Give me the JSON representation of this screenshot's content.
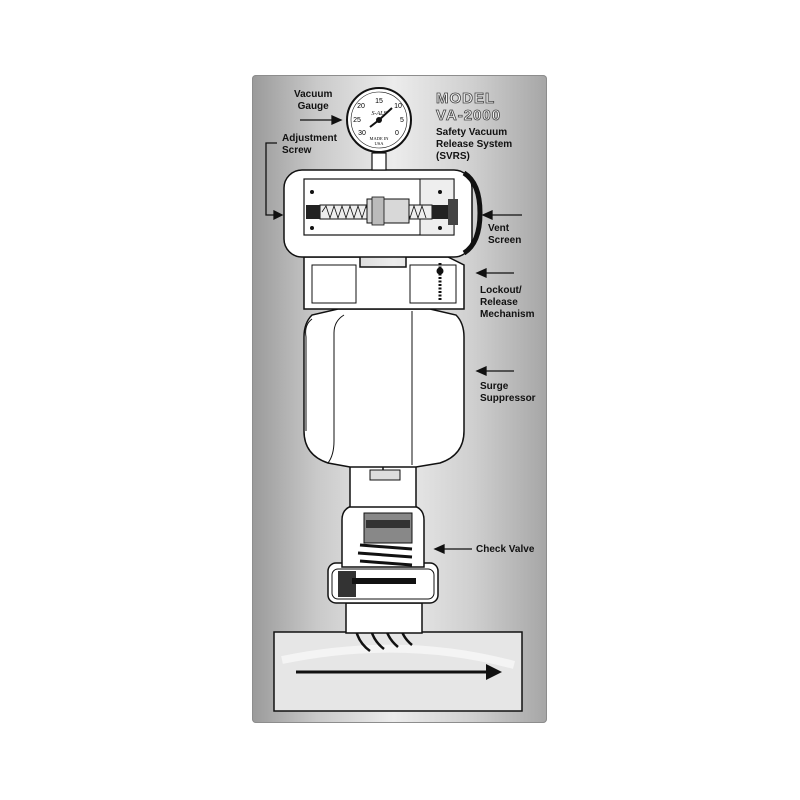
{
  "model": {
    "line1": "MODEL",
    "line2": "VA-2000",
    "subtitle": "Safety Vacuum\nRelease System\n(SVRS)"
  },
  "gauge": {
    "ticks": [
      "15",
      "10",
      "5",
      "0",
      "30",
      "25",
      "20"
    ],
    "brand": "S-ALS",
    "made_in": "MADE IN\nUSA"
  },
  "labels": {
    "vacuum_gauge": "Vacuum\nGauge",
    "adjustment_screw": "Adjustment\nScrew",
    "vent_screen": "Vent\nScreen",
    "lockout": "Lockout/\nRelease\nMechanism",
    "surge": "Surge\nSuppressor",
    "check_valve": "Check Valve"
  },
  "colors": {
    "panel_mid": "#ececec",
    "panel_edge": "#9a9a9a",
    "line": "#111111",
    "fill": "#ffffff"
  }
}
